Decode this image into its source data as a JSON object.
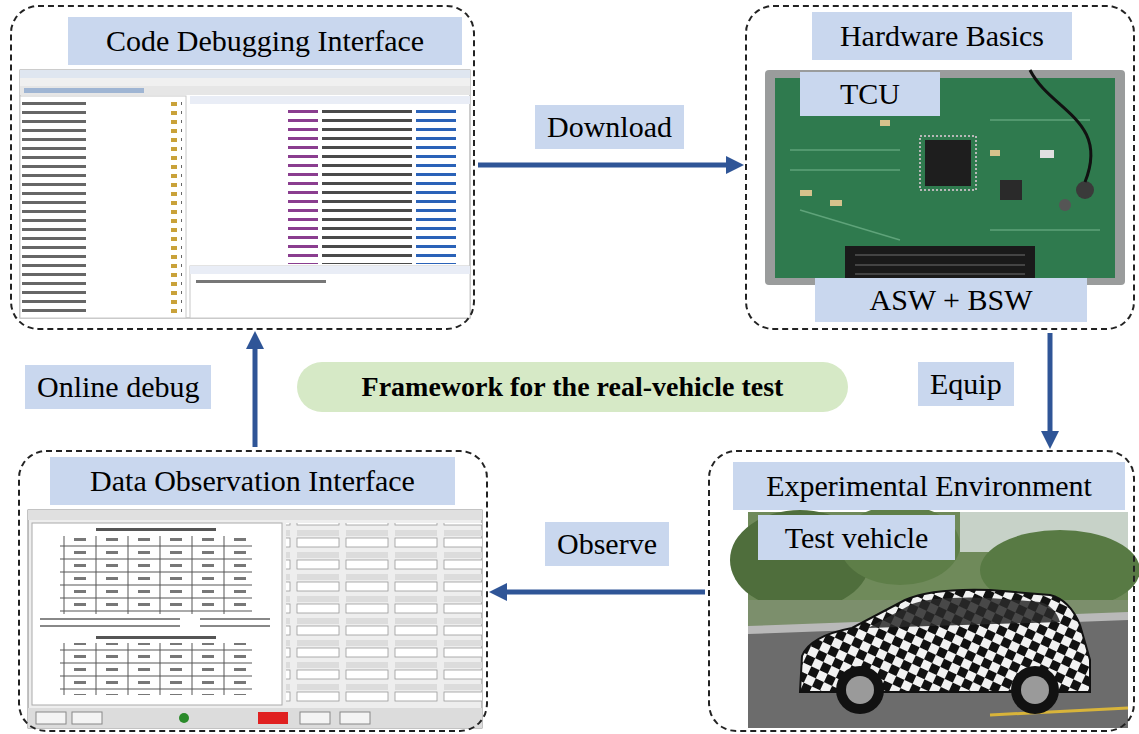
{
  "diagram": {
    "nodes": [
      {
        "text": [
          "Code Debugging Interface"
        ]
      },
      {
        "text": [
          "Hardware Basics"
        ]
      },
      {
        "text": [
          "TCU"
        ],
        "in": 1
      },
      {
        "text": [
          "ASW + BSW"
        ],
        "in": 1
      },
      {
        "text": [
          "Framework for the real-vehicle test"
        ]
      },
      {
        "text": [
          "Data Observation Interface"
        ]
      },
      {
        "text": [
          "Experimental Environment"
        ]
      },
      {
        "text": [
          "Test vehicle"
        ],
        "in": 6
      }
    ],
    "edges": [
      {
        "from": 0,
        "to": 1,
        "label": "Download",
        "arrow": "to"
      },
      {
        "from": 1,
        "to": 6,
        "label": "Equip",
        "arrow": "to"
      },
      {
        "from": 6,
        "to": 5,
        "label": "Observe",
        "arrow": "to"
      },
      {
        "from": 5,
        "to": 0,
        "label": "Online debug",
        "arrow": "to"
      }
    ]
  }
}
